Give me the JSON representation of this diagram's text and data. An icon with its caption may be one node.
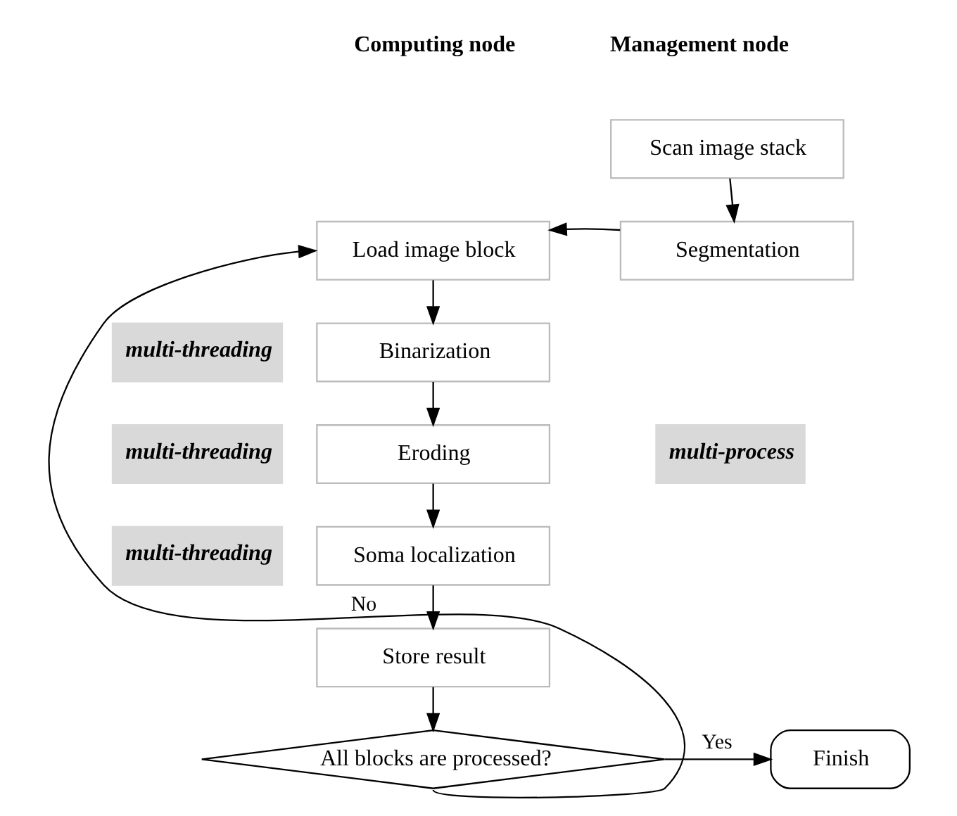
{
  "diagram": {
    "nodes": [
      {
        "text": [
          "Scan image stack"
        ]
      },
      {
        "text": [
          "Segmentation"
        ]
      },
      {
        "text": [
          "Load image block"
        ]
      },
      {
        "text": [
          "multi-threading"
        ]
      },
      {
        "text": [
          "Binarization"
        ]
      },
      {
        "text": [
          "multi-threading"
        ]
      },
      {
        "text": [
          "Eroding"
        ]
      },
      {
        "text": [
          "multi-process"
        ]
      },
      {
        "text": [
          "multi-threading"
        ]
      },
      {
        "text": [
          "Soma localization"
        ]
      },
      {
        "text": [
          "Store result"
        ]
      },
      {
        "text": [
          "All blocks are processed?"
        ]
      },
      {
        "text": [
          "Finish"
        ]
      }
    ],
    "edges": [
      {
        "from": 0,
        "to": 1,
        "arrow": "to"
      },
      {
        "from": 1,
        "to": 2,
        "arrow": "to"
      },
      {
        "from": 2,
        "to": 4,
        "arrow": "to"
      },
      {
        "from": 4,
        "to": 6,
        "arrow": "to"
      },
      {
        "from": 6,
        "to": 9,
        "arrow": "to"
      },
      {
        "from": 9,
        "to": 10,
        "arrow": "to"
      },
      {
        "from": 10,
        "to": 11,
        "arrow": "to"
      },
      {
        "from": 11,
        "to": 12,
        "label": "Yes",
        "arrow": "to"
      },
      {
        "from": 11,
        "to": 2,
        "label": "No",
        "arrow": "to"
      }
    ],
    "labels": [
      "Computing node",
      "Management node"
    ]
  }
}
